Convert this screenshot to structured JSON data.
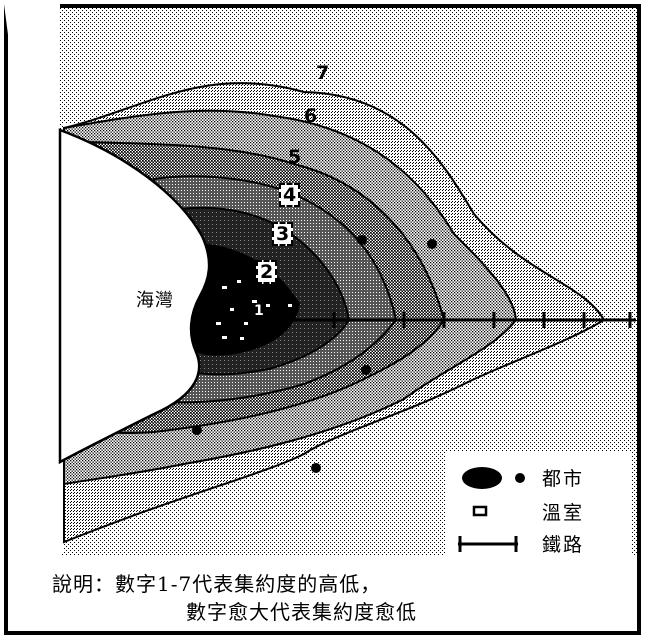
{
  "map": {
    "bay_label": "海灣",
    "zone_numbers": [
      "1",
      "2",
      "3",
      "4",
      "5",
      "6",
      "7"
    ],
    "legend": [
      {
        "label": "都市",
        "symbol": "city-icon"
      },
      {
        "label": "溫室",
        "symbol": "greenhouse-icon"
      },
      {
        "label": "鐵路",
        "symbol": "railway-icon"
      }
    ],
    "caption_line1": "說明：數字1-7代表集約度的高低，",
    "caption_line2": "數字愈大代表集約度愈低",
    "colors": {
      "ink": "#000000",
      "paper": "#ffffff"
    }
  }
}
